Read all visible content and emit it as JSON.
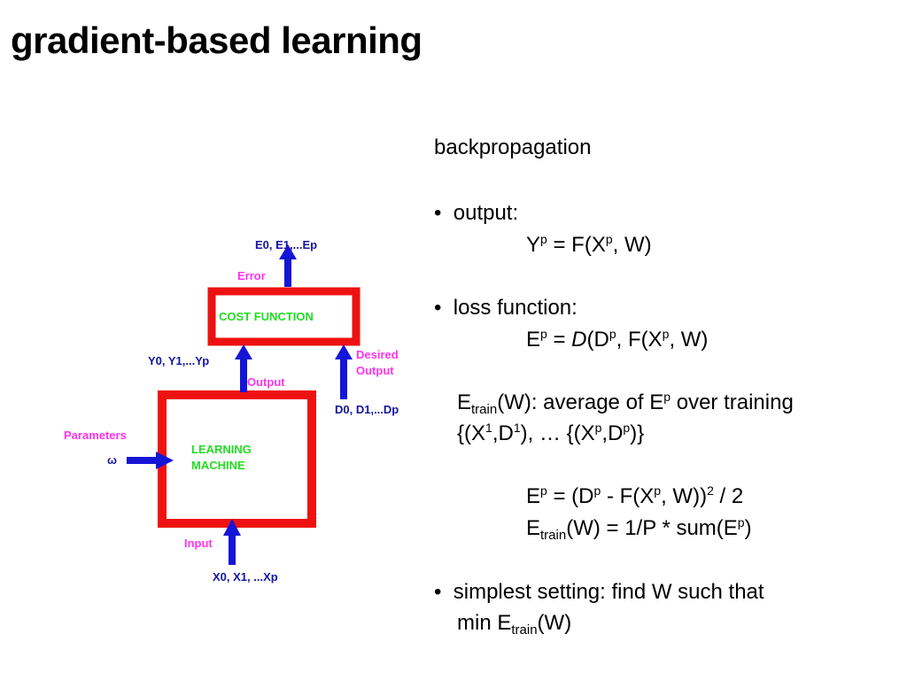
{
  "slide": {
    "title": "gradient-based learning"
  },
  "diagram": {
    "colors": {
      "box": "#ee1111",
      "arrow": "#1515d8",
      "green": "#22dd22",
      "magenta": "#ff33ee",
      "dark": "#1515a0"
    },
    "errors_label": "E0, E1,...Ep",
    "error_label": "Error",
    "cost_function": "COST FUNCTION",
    "outputs_label": "Y0, Y1,...Yp",
    "output_label": "Output",
    "desired_output_1": "Desired",
    "desired_output_2": "Output",
    "desired_values": "D0, D1,...Dp",
    "parameters_label": "Parameters",
    "omega_label": "ω",
    "learning_machine_1": "LEARNING",
    "learning_machine_2": "MACHINE",
    "input_label": "Input",
    "inputs_label": "X0, X1, ...Xp"
  },
  "text": {
    "heading": "backpropagation",
    "bullet": "•",
    "output_label": "output:",
    "output_formula": {
      "y": "Y",
      "p1": "p",
      "mid": " = F(X",
      "p2": "p",
      "end": ", W)"
    },
    "loss_label": "loss function:",
    "loss_formula": {
      "e": "E",
      "p1": "p",
      "eq": " = ",
      "d": "D",
      "a": "(D",
      "p2": "p",
      "b": ", F(X",
      "p3": "p",
      "c": ", W)"
    },
    "etrain_def": {
      "e": "E",
      "sub": "train",
      "a": "(W):  average of E",
      "p": "p",
      "b": " over training"
    },
    "dataset": {
      "a": "{(X",
      "s1": "1",
      "b": ",D",
      "s2": "1",
      "c": "), … {(X",
      "p1": "p",
      "d": ",D",
      "p2": "p",
      "e": ")}"
    },
    "squared_error": {
      "e": "E",
      "p1": "p",
      "a": " = (D",
      "p2": "p",
      "b": " - F(X",
      "p3": "p",
      "c": ", W))",
      "sq": "2",
      "d": " / 2"
    },
    "etrain_avg": {
      "e": "E",
      "sub": "train",
      "a": "(W) = 1/P * sum(E",
      "p": "p",
      "b": ")"
    },
    "simplest_1": "simplest setting: find W such that",
    "simplest_2": {
      "a": "min E",
      "sub": "train",
      "b": "(W)"
    }
  }
}
